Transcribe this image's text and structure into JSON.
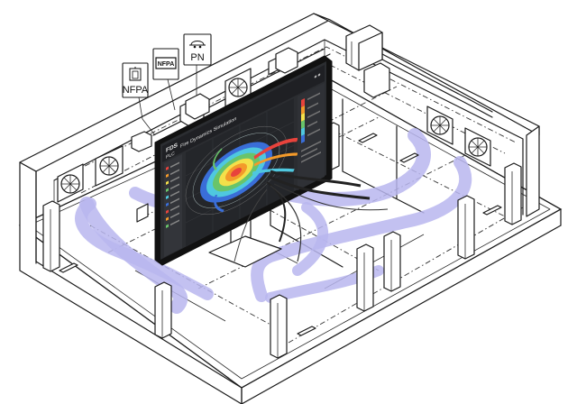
{
  "app": {
    "logo_top": "FDS",
    "logo_bottom": "PLC",
    "title": "Fire Dynamics Simulation"
  },
  "tags": [
    {
      "label": "NFPA",
      "icon": "fire-extinguisher-icon"
    },
    {
      "label": "",
      "logo_text": "NFPA",
      "icon": "nfpa-logo"
    },
    {
      "label": "PN",
      "icon": "hard-hat-worker-icon"
    }
  ],
  "colors": {
    "airflow": "#b9b6ee",
    "screen_bg": "#2b2d31",
    "heat_red": "#e8433c",
    "heat_orange": "#f39a2a",
    "heat_yellow": "#f4e04a",
    "heat_green": "#69c46a",
    "heat_cyan": "#4fc8df",
    "heat_blue": "#3a6ed8"
  }
}
